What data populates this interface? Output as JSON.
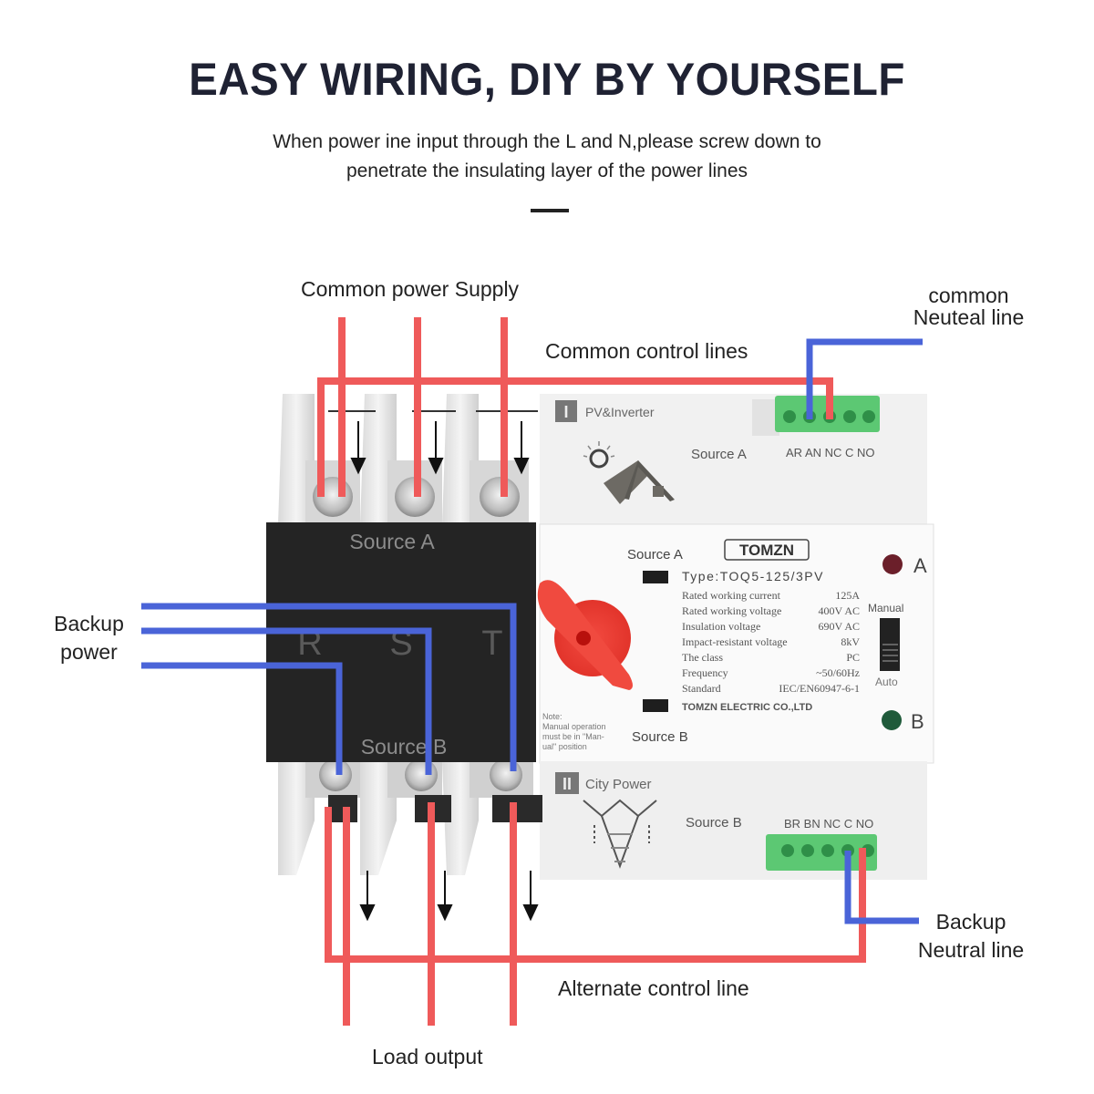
{
  "header": {
    "title": "EASY WIRING, DIY BY YOURSELF",
    "subtitle_line1": "When power ine input through the L and N,please screw down to",
    "subtitle_line2": "penetrate the insulating layer of the power lines"
  },
  "callouts": {
    "common_power_supply": "Common power Supply",
    "common_control_lines": "Common control lines",
    "common_neutral_line_1": "common",
    "common_neutral_line_2": "Neuteal line",
    "backup_power_1": "Backup",
    "backup_power_2": "power",
    "backup_neutral_1": "Backup",
    "backup_neutral_2": "Neutral line",
    "alternate_control_line": "Alternate control line",
    "load_output": "Load output"
  },
  "device": {
    "brand": "TOMZN",
    "type": "Type:TOQ5-125/3PV",
    "specs": [
      {
        "label": "Rated working current",
        "value": "125A"
      },
      {
        "label": "Rated working voltage",
        "value": "400V AC"
      },
      {
        "label": "Insulation voltage",
        "value": "690V AC"
      },
      {
        "label": "Impact-resistant voltage",
        "value": "8kV"
      },
      {
        "label": "The class",
        "value": "PC"
      },
      {
        "label": "Frequency",
        "value": "~50/60Hz"
      },
      {
        "label": "Standard",
        "value": "IEC/EN60947-6-1"
      }
    ],
    "manufacturer": "TOMZN ELECTRIC CO.,LTD",
    "black_block": {
      "top_label": "Source A",
      "bottom_label": "Source B",
      "phases": [
        "R",
        "S",
        "T"
      ]
    },
    "switch_source_a": "Source A",
    "switch_source_b": "Source B",
    "note": [
      "Note:",
      "Manual operation",
      "must be in \"Man-",
      "ual\" position"
    ],
    "indicator_a": "A",
    "indicator_b": "B",
    "mode_manual": "Manual",
    "mode_auto": "Auto",
    "top_module": {
      "badge": "I",
      "name": "PV&Inverter",
      "source": "Source A",
      "terminals": "AR AN NC C NO"
    },
    "bottom_module": {
      "badge": "II",
      "name": "City Power",
      "source": "Source B",
      "terminals": "BR BN NC C NO"
    }
  },
  "colors": {
    "live_wire": "#ef5a5a",
    "neutral_wire": "#4a64d8",
    "terminal_block": "#5cc873",
    "knob": "#ee3b32",
    "indicator_a": "#6b1f2a",
    "indicator_b": "#1f5a3a",
    "device_black": "#242424"
  }
}
